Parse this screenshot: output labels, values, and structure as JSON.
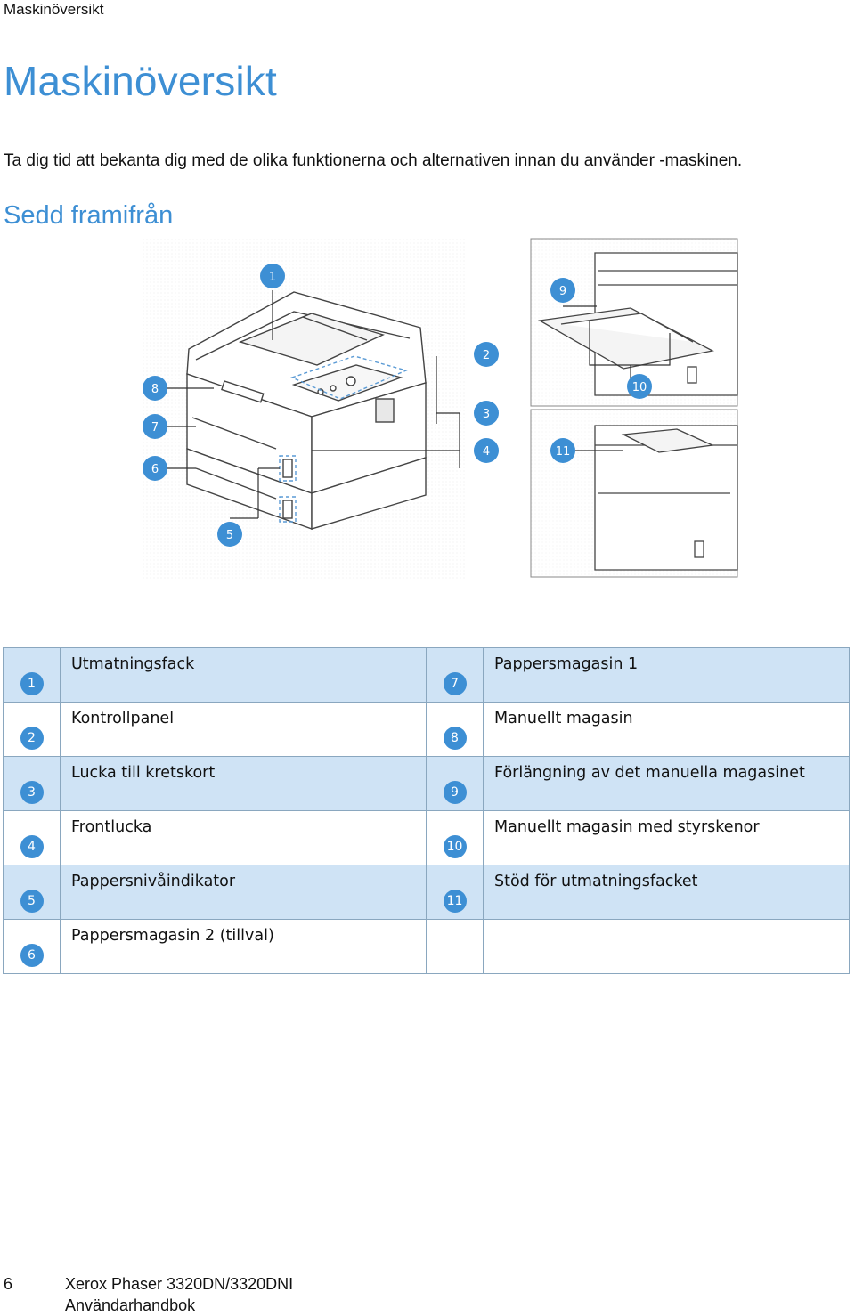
{
  "header": {
    "running_title": "Maskinöversikt"
  },
  "page": {
    "title": "Maskinöversikt",
    "intro": "Ta dig tid att bekanta dig med de olika funktionerna och alternativen innan du använder -maskinen.",
    "section_title": "Sedd framifrån"
  },
  "figure": {
    "callouts": [
      "1",
      "2",
      "3",
      "4",
      "5",
      "6",
      "7",
      "8",
      "9",
      "10",
      "11"
    ],
    "colors": {
      "callout": "#3d8fd4",
      "line_art": "#444444",
      "highlight": "#5b9bd5"
    }
  },
  "legend": {
    "colors": {
      "shaded_row": "#cfe3f5",
      "border": "#8aa7bf",
      "badge": "#3d8fd4"
    },
    "rows": [
      {
        "left_num": "1",
        "left_label": "Utmatningsfack",
        "right_num": "7",
        "right_label": "Pappersmagasin 1"
      },
      {
        "left_num": "2",
        "left_label": "Kontrollpanel",
        "right_num": "8",
        "right_label": "Manuellt magasin"
      },
      {
        "left_num": "3",
        "left_label": "Lucka till kretskort",
        "right_num": "9",
        "right_label": "Förlängning av det manuella magasinet"
      },
      {
        "left_num": "4",
        "left_label": "Frontlucka",
        "right_num": "10",
        "right_label": "Manuellt magasin med styrskenor"
      },
      {
        "left_num": "5",
        "left_label": "Pappersnivåindikator",
        "right_num": "11",
        "right_label": "Stöd för utmatningsfacket"
      },
      {
        "left_num": "6",
        "left_label": "Pappersmagasin 2 (tillval)",
        "right_num": "",
        "right_label": ""
      }
    ]
  },
  "footer": {
    "page_number": "6",
    "product": "Xerox Phaser 3320DN/3320DNI",
    "guide": "Användarhandbok"
  }
}
